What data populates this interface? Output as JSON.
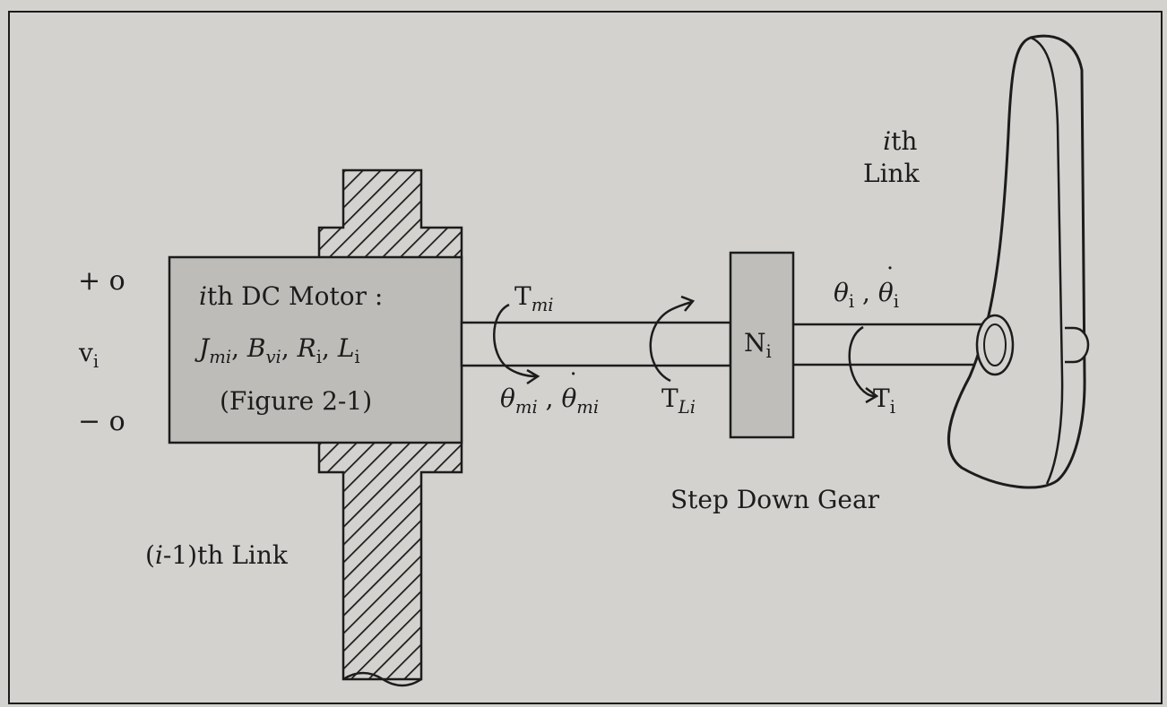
{
  "terminals": {
    "plus": "+ o",
    "voltage": "v",
    "voltage_sub": "i",
    "minus": "− o"
  },
  "motor": {
    "line1_prefix": "i",
    "line1_rest": "th DC Motor :",
    "params": [
      {
        "sym": "J",
        "sub": "mi",
        "sep": ","
      },
      {
        "sym": "B",
        "sub": "vi",
        "sep": ","
      },
      {
        "sym": "R",
        "sub": "i",
        "sep": ","
      },
      {
        "sym": "L",
        "sub": "i",
        "sep": ""
      }
    ],
    "ref": "(Figure 2-1)"
  },
  "shaft_labels": {
    "motor_torque": "T",
    "motor_torque_sub": "mi",
    "motor_angle": "θ",
    "motor_angle_sub": "mi",
    "motor_rate": "θ",
    "motor_rate_sub": "mi",
    "load_torque": "T",
    "load_torque_sub": "Li",
    "link_angle": "θ",
    "link_angle_sub": "i",
    "link_rate": "θ",
    "link_rate_sub": "i",
    "link_torque": "T",
    "link_torque_sub": "i",
    "comma": ","
  },
  "gear": {
    "label": "N",
    "label_sub": "i",
    "caption": "Step Down Gear"
  },
  "link": {
    "prefix": "i",
    "line1": "th",
    "line2": "Link"
  },
  "prev_link": {
    "open": "(",
    "prefix": "i",
    "rest": "-1)th Link"
  },
  "colors": {
    "background": "#d3d2cf",
    "motor_fill": "#bdbcb8",
    "gear_fill": "#bfbebb",
    "ink": "#1c1c1c"
  }
}
